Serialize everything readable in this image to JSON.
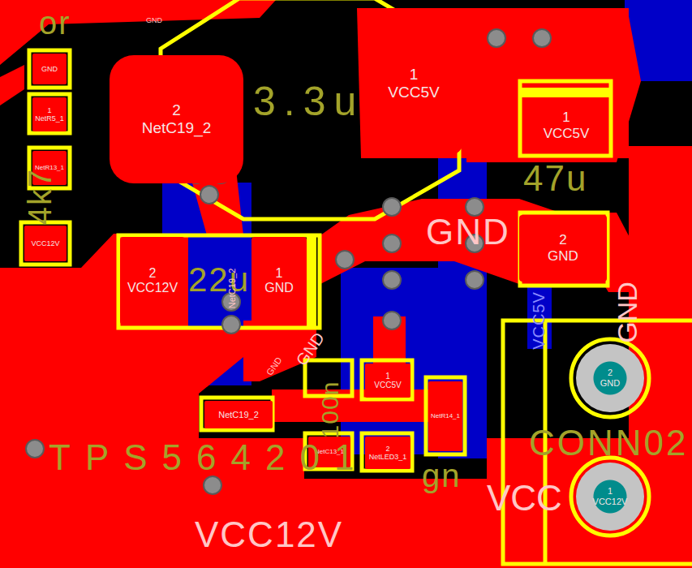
{
  "diagram": {
    "nodes": [
      {
        "text": [
          "2",
          "NetC19_2"
        ]
      },
      {
        "text": [
          "1",
          "VCC5V"
        ]
      },
      {
        "text": [
          "1",
          "VCC5V"
        ]
      },
      {
        "text": [
          "2",
          "GND"
        ]
      },
      {
        "text": [
          "2",
          "VCC12V"
        ]
      },
      {
        "text": [
          "1",
          "GND"
        ]
      },
      {
        "text": [
          "2",
          "GND"
        ]
      },
      {
        "text": [
          "1",
          "VCC12V"
        ]
      },
      {
        "text": [
          "GND"
        ]
      },
      {
        "text": [
          "1",
          "NetR5_1"
        ]
      },
      {
        "text": [
          "NetR13_1"
        ]
      },
      {
        "text": [
          "VCC12V"
        ]
      },
      {
        "text": [
          "NetC19_2"
        ]
      },
      {
        "text": [
          "1",
          "VCC5V"
        ]
      },
      {
        "text": [
          "2",
          "NetLED3_1"
        ]
      },
      {
        "text": [
          "NetC13_1"
        ]
      },
      {
        "text": [
          "NetR14_1"
        ]
      }
    ],
    "labels": [
      "or",
      "4k7",
      "3.3u",
      "47u",
      "22u",
      "GND",
      "VCC12V",
      "VCC5V",
      "VCC",
      "GND",
      "TPS564201",
      "CONN02",
      "gn",
      "100n",
      "GND",
      "GND",
      "GND",
      "NetC19_2"
    ]
  }
}
